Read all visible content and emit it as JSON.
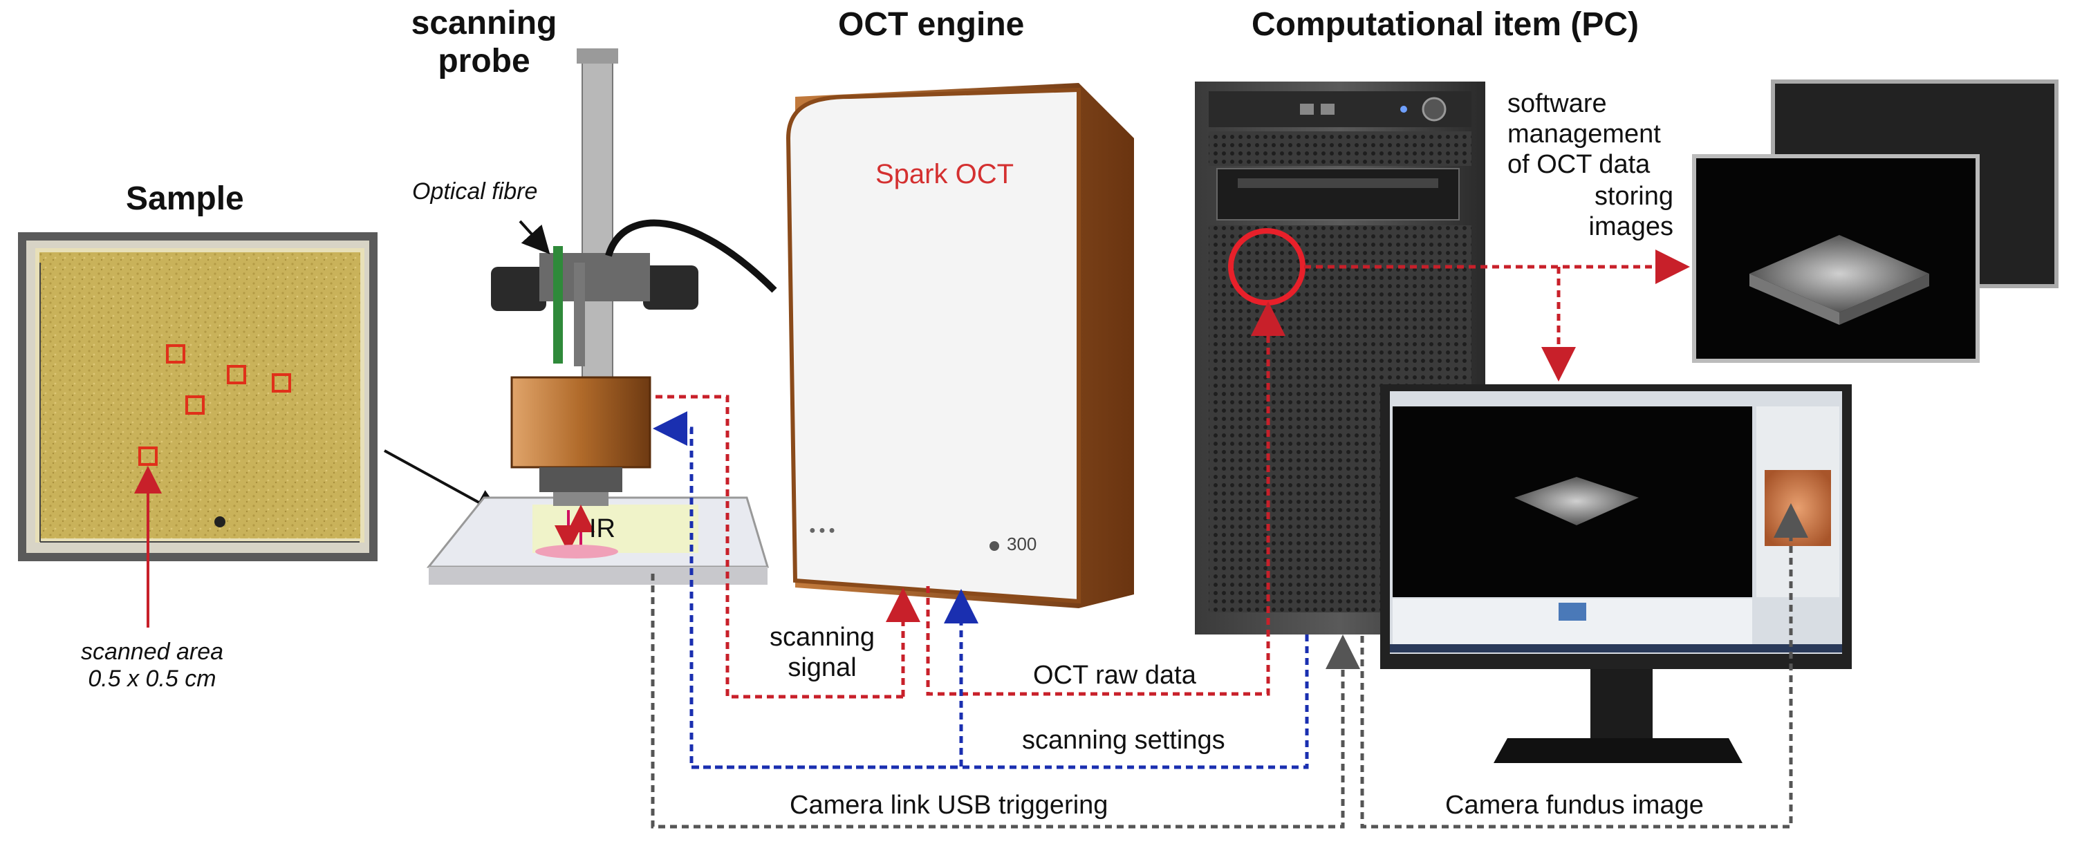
{
  "titles": {
    "sample": "Sample",
    "probe_line1": "scanning",
    "probe_line2": "probe",
    "oct_engine": "OCT engine",
    "computational": "Computational item (PC)"
  },
  "probe": {
    "optical_fibre": "Optical fibre",
    "ir": "IR"
  },
  "sample": {
    "scanned_area_line1": "scanned area",
    "scanned_area_line2": "0.5 x 0.5 cm"
  },
  "engine": {
    "brand": "Spark OCT",
    "model": "300"
  },
  "software": {
    "line1": "software",
    "line2": "management",
    "line3": "of OCT data",
    "storing1": "storing",
    "storing2": "images"
  },
  "signals": {
    "scanning_signal_1": "scanning",
    "scanning_signal_2": "signal",
    "oct_raw_data": "OCT raw data",
    "scanning_settings": "scanning settings",
    "camera_link": "Camera link USB triggering",
    "camera_fundus": "Camera fundus image"
  },
  "colors": {
    "red_line": "#c8202a",
    "blue_line": "#1a2fb0",
    "gray_line": "#555555",
    "sample_yellow": "#c9b25a",
    "copper": "#b06a2a"
  }
}
